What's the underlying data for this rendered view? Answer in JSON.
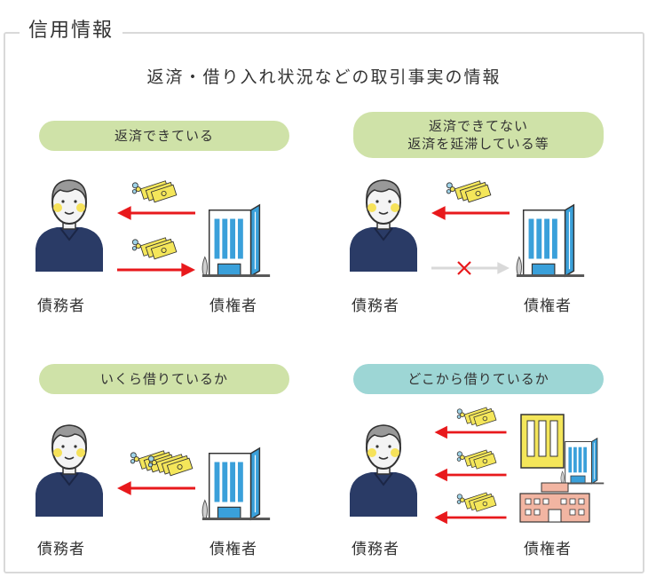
{
  "frame_title": "信用情報",
  "subtitle": "返済・借り入れ状況などの取引事実の情報",
  "panels": {
    "p1": {
      "title": "返済できている",
      "debtor": "債務者",
      "creditor": "債権者"
    },
    "p2": {
      "title_line1": "返済できてない",
      "title_line2": "返済を延滞している等",
      "debtor": "債務者",
      "creditor": "債権者"
    },
    "p3": {
      "title": "いくら借りているか",
      "debtor": "債務者",
      "creditor": "債権者"
    },
    "p4": {
      "title": "どこから借りているか",
      "debtor": "債務者",
      "creditor": "債権者"
    }
  },
  "colors": {
    "pill_green": "#cfe2a8",
    "pill_teal": "#9dd6d5",
    "arrow_red": "#e8191c",
    "arrow_grey": "#d9d9d9",
    "shirt_navy": "#2a3b66",
    "building_blue": "#3aa0da",
    "money_yellow": "#f4e65a",
    "frame_grey": "#d9d9d9"
  },
  "icons": [
    "person-icon",
    "office-building-icon",
    "money-icon",
    "arrow-left-icon",
    "arrow-right-icon",
    "cross-icon",
    "yellow-building-icon",
    "hospital-building-icon"
  ]
}
